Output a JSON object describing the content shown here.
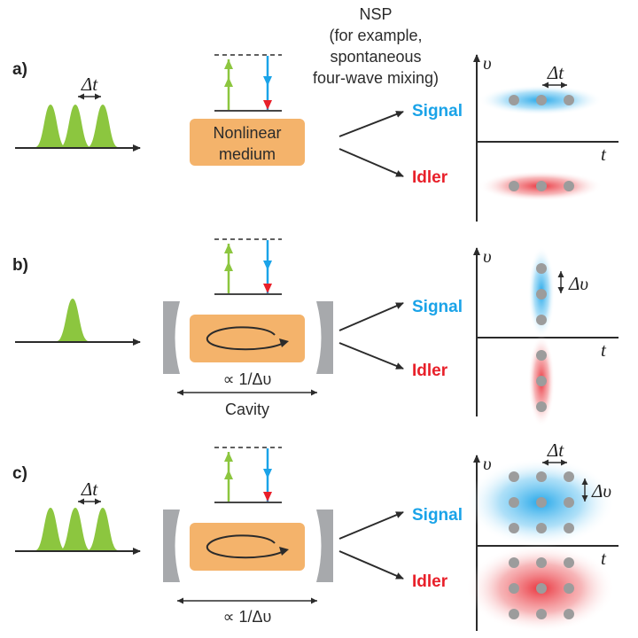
{
  "colors": {
    "pump": "#8cc63f",
    "signal": "#1aa3e8",
    "idler": "#e8202a",
    "medium": "#f4b36b",
    "mirror": "#a7a9ac",
    "dot": "#9c9c9c",
    "line": "#2b2b2b"
  },
  "header": {
    "line1": "NSP",
    "line2": "(for example,",
    "line3": "spontaneous",
    "line4": "four-wave mixing)"
  },
  "panels": [
    {
      "id": "a",
      "label": "a)",
      "pulse_spacing_label": "Δt",
      "medium_line1": "Nonlinear",
      "medium_line2": "medium",
      "signal": "Signal",
      "idler": "Idler",
      "axis_y": "υ",
      "axis_x": "t",
      "spec_label": "Δt"
    },
    {
      "id": "b",
      "label": "b)",
      "cavity_scale": "∝ 1/Δυ",
      "cavity_label": "Cavity",
      "signal": "Signal",
      "idler": "Idler",
      "axis_y": "υ",
      "axis_x": "t",
      "spec_label": "Δυ"
    },
    {
      "id": "c",
      "label": "c)",
      "pulse_spacing_label": "Δt",
      "cavity_scale": "∝ 1/Δυ",
      "signal": "Signal",
      "idler": "Idler",
      "axis_y": "υ",
      "axis_x": "t",
      "spec_label_t": "Δt",
      "spec_label_v": "Δυ"
    }
  ]
}
